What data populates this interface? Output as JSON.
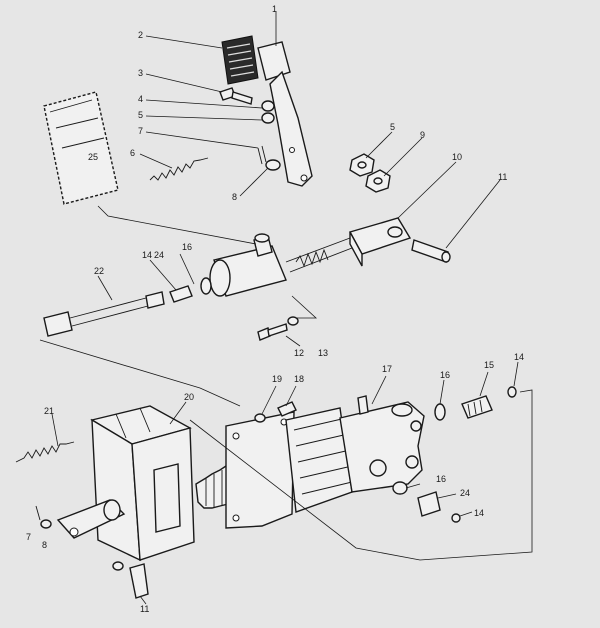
{
  "diagram": {
    "labels": [
      {
        "id": "1",
        "text": "1"
      },
      {
        "id": "2",
        "text": "2"
      },
      {
        "id": "3",
        "text": "3"
      },
      {
        "id": "4",
        "text": "4"
      },
      {
        "id": "5a",
        "text": "5"
      },
      {
        "id": "5b",
        "text": "5"
      },
      {
        "id": "6",
        "text": "6"
      },
      {
        "id": "7a",
        "text": "7"
      },
      {
        "id": "7b",
        "text": "7"
      },
      {
        "id": "8a",
        "text": "8"
      },
      {
        "id": "8b",
        "text": "8"
      },
      {
        "id": "9",
        "text": "9"
      },
      {
        "id": "10",
        "text": "10"
      },
      {
        "id": "11a",
        "text": "11"
      },
      {
        "id": "11b",
        "text": "11"
      },
      {
        "id": "12",
        "text": "12"
      },
      {
        "id": "13",
        "text": "13"
      },
      {
        "id": "14a",
        "text": "14"
      },
      {
        "id": "14b",
        "text": "14"
      },
      {
        "id": "14c",
        "text": "14"
      },
      {
        "id": "15",
        "text": "15"
      },
      {
        "id": "16a",
        "text": "16"
      },
      {
        "id": "16b",
        "text": "16"
      },
      {
        "id": "16c",
        "text": "16"
      },
      {
        "id": "17",
        "text": "17"
      },
      {
        "id": "18",
        "text": "18"
      },
      {
        "id": "19",
        "text": "19"
      },
      {
        "id": "20",
        "text": "20"
      },
      {
        "id": "21",
        "text": "21"
      },
      {
        "id": "22",
        "text": "22"
      },
      {
        "id": "24a",
        "text": "24"
      },
      {
        "id": "24b",
        "text": "24"
      },
      {
        "id": "25",
        "text": "25"
      }
    ]
  }
}
